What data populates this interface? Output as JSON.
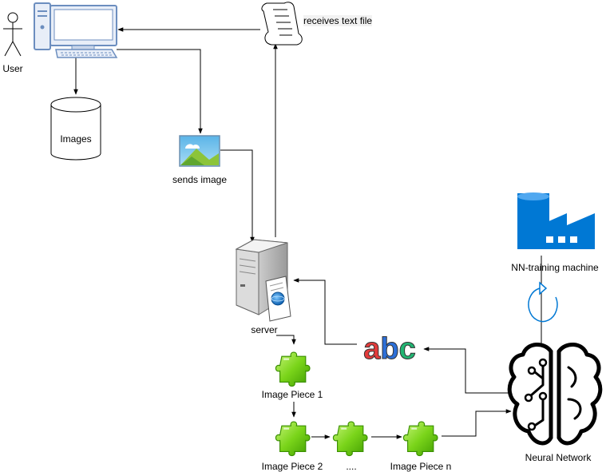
{
  "nodes": {
    "user": {
      "label": "User"
    },
    "images_db": {
      "label": "Images"
    },
    "text_file": {
      "label": "receives text file"
    },
    "sent_image": {
      "label": "sends image"
    },
    "server": {
      "label": "server"
    },
    "piece1": {
      "label": "Image Piece 1"
    },
    "piece2": {
      "label": "Image Piece 2"
    },
    "ellipsis": {
      "label": "...."
    },
    "piecen": {
      "label": "Image Piece n"
    },
    "nn_machine": {
      "label": "NN-training machine"
    },
    "neural_network": {
      "label": "Neural Network"
    },
    "abc": {
      "label": "abc"
    }
  },
  "icons": {
    "user": "person-icon",
    "computer": "desktop-computer-icon",
    "database": "database-cylinder-icon",
    "document": "text-document-icon",
    "image": "image-icon",
    "server": "server-icon",
    "puzzle": "puzzle-piece-icon",
    "factory": "factory-icon",
    "brain": "brain-icon",
    "cycle": "cycle-arrow-icon"
  },
  "colors": {
    "line": "#000000",
    "azure_blue": "#0078d4",
    "puzzle_green": "#66cc00",
    "computer_blue": "#6c8ebf",
    "abc_red": "#e23b3b",
    "abc_blue": "#2c6fd8",
    "abc_green": "#22b573"
  }
}
